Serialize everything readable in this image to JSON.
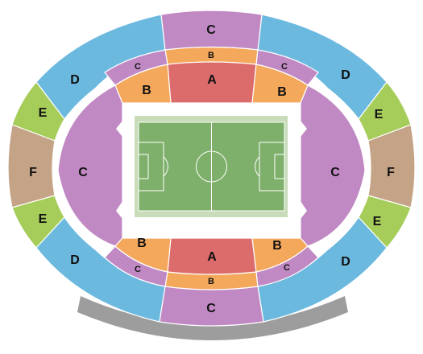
{
  "map": {
    "colors": {
      "A": "#dc6b6b",
      "B": "#f4a85c",
      "C": "#c189c4",
      "D": "#6cb9e0",
      "E": "#a6cc5a",
      "F": "#c4a386",
      "field": "#7fb06b",
      "field_border": "#c8dcb9",
      "field_lines": "#ffffff",
      "walkway": "#9d9d9d",
      "background": "#ffffff"
    },
    "labels": {
      "top_outer_c": "C",
      "top_b": "B",
      "top_a": "A",
      "top_left_c": "C",
      "top_right_c": "C",
      "top_left_b": "B",
      "top_right_b": "B",
      "left_upper_d": "D",
      "right_upper_d": "D",
      "left_upper_e": "E",
      "right_upper_e": "E",
      "left_f": "F",
      "right_f": "F",
      "left_c": "C",
      "right_c": "C",
      "left_lower_e": "E",
      "right_lower_e": "E",
      "left_lower_d": "D",
      "right_lower_d": "D",
      "bottom_left_b": "B",
      "bottom_a": "A",
      "bottom_right_b": "B",
      "bottom_left_c": "C",
      "bottom_right_c": "C",
      "bottom_b": "B",
      "bottom_outer_c": "C"
    }
  }
}
